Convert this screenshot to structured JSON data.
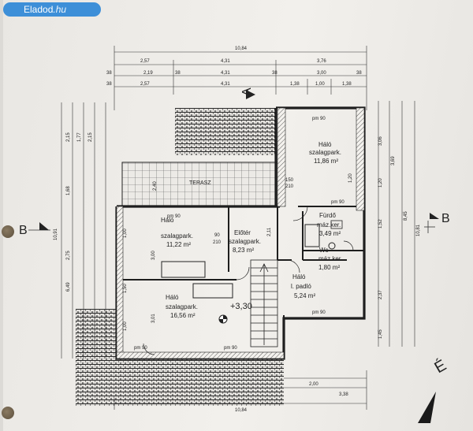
{
  "watermark": {
    "brand": "Eladod",
    "suffix": ".hu"
  },
  "sections": {
    "left_b": "B",
    "right_b": "B",
    "top_a": "A"
  },
  "compass": "É",
  "rooms": {
    "halo_ne": {
      "name": "Háló",
      "floor": "szalagpark.",
      "area": "11,86 m²"
    },
    "halo_w": {
      "name": "Háló",
      "floor": "szalagpark.",
      "area": "11,22 m²"
    },
    "eloter": {
      "name": "Előtér",
      "floor": "szalagpark.",
      "area": "8,23 m²"
    },
    "furdo": {
      "name": "Fürdő",
      "floor": "máz.ker.",
      "area": "3,49 m²"
    },
    "wc": {
      "name": "Wc",
      "floor": "máz.ker.",
      "area": "1,80 m²"
    },
    "halo_e": {
      "name": "Háló",
      "floor": "l. padló",
      "area": "5,24 m²"
    },
    "halo_sw": {
      "name": "Háló",
      "floor": "szalagpark.",
      "area": "16,56 m²"
    },
    "terasz": {
      "name": "TERASZ"
    }
  },
  "level_mark": "+3,30",
  "dims": {
    "top_total": "10,84",
    "top_row1": [
      "2,57",
      "4,31",
      "3,76"
    ],
    "top_row2": [
      "38",
      "2,19",
      "38",
      "4,31",
      "38",
      "3,00",
      "38"
    ],
    "top_row3": [
      "38",
      "2,57",
      "4,31",
      "1,38",
      "1,00",
      "1,38"
    ],
    "bottom_total": "10,84",
    "bottom_row": [
      "2,00",
      "3,38"
    ],
    "left_total": "10,91",
    "left_col": [
      "2,15",
      "1,77",
      "2,15",
      "1,68",
      "2,75",
      "6,49"
    ],
    "right_total": "10,81",
    "right_col": [
      "3,06",
      "3,69",
      "8,45",
      "1,20",
      "1,52",
      "2,37",
      "1,45"
    ],
    "inner": [
      "3,00",
      "3,01",
      "2,40",
      "2,11",
      "1,50",
      "1,20",
      "1,00",
      "1,00",
      "90",
      "210",
      "150",
      "210"
    ],
    "door_labels": [
      "pm 90",
      "pm 90",
      "pm 90",
      "pm 90",
      "pm 90",
      "pm 90"
    ]
  }
}
